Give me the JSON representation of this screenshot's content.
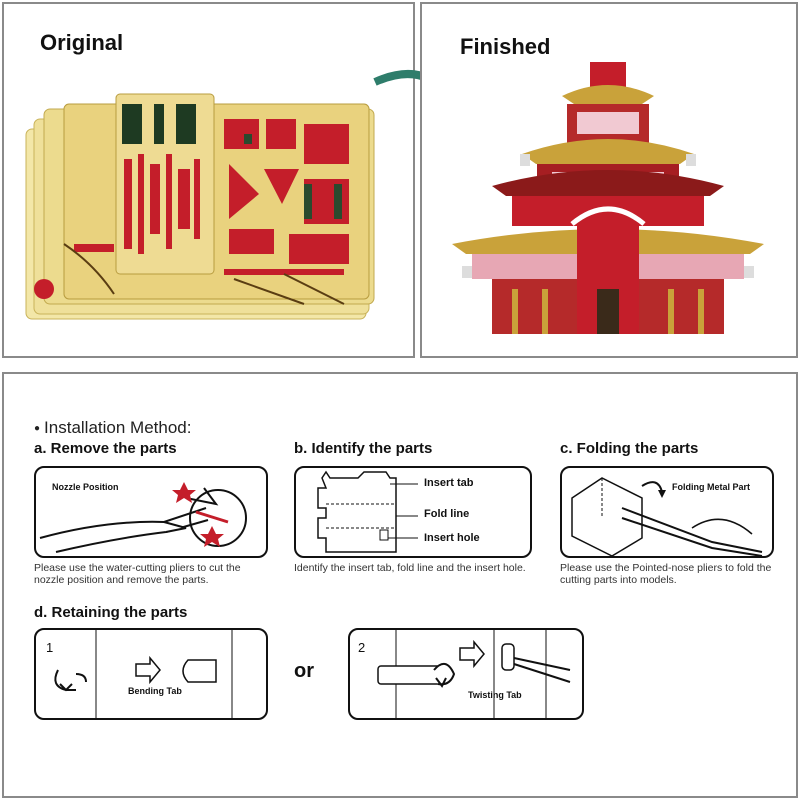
{
  "top": {
    "original_label": "Original",
    "finished_label": "Finished"
  },
  "install": {
    "title": "Installation Method:",
    "step_a": {
      "heading": "a. Remove the parts",
      "label": "Nozzle Position",
      "caption": "Please use the water-cutting pliers to cut the nozzle position and remove the parts."
    },
    "step_b": {
      "heading": "b. Identify the parts",
      "insert_tab": "Insert tab",
      "fold_line": "Fold line",
      "insert_hole": "Insert hole",
      "caption": "Identify the insert tab, fold line and the insert hole."
    },
    "step_c": {
      "heading": "c. Folding the parts",
      "label": "Folding Metal Part",
      "caption": "Please use the Pointed-nose pliers to fold the cutting parts into models."
    },
    "step_d": {
      "heading": "d. Retaining the parts",
      "option1_number": "1",
      "option1_label": "Bending Tab",
      "or_label": "or",
      "option2_number": "2",
      "option2_label": "Twisting Tab"
    }
  },
  "colors": {
    "arrow": "#2e7d6b",
    "gold": "#e8d27a",
    "red": "#c41e2a"
  }
}
